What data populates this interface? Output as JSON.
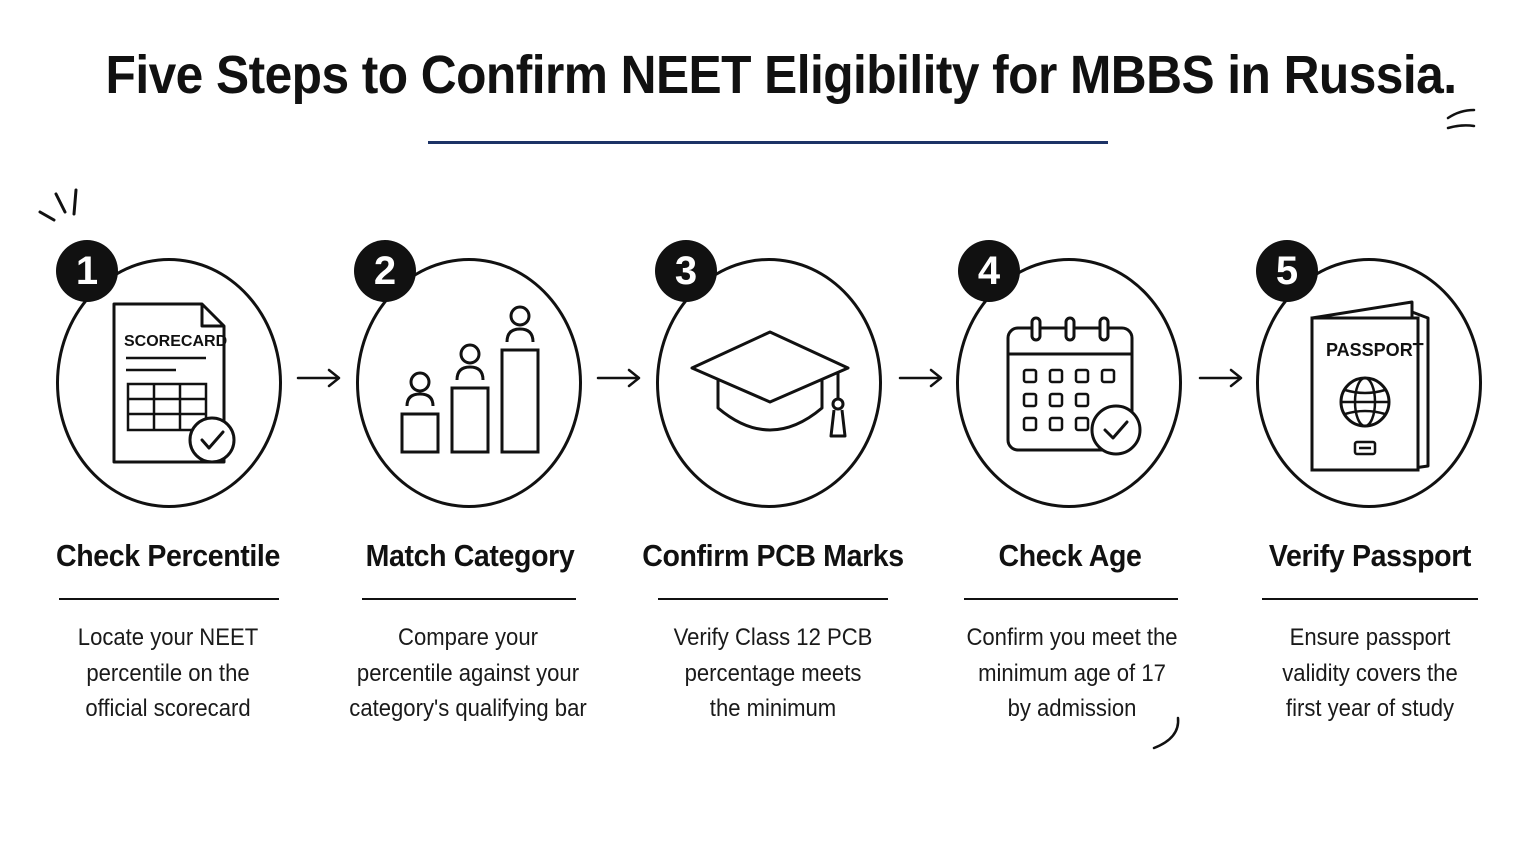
{
  "title": "Five Steps to Confirm NEET Eligibility for MBBS in Russia.",
  "colors": {
    "ink": "#111111",
    "accent_rule": "#1d3366",
    "background": "#ffffff"
  },
  "steps": [
    {
      "number": "1",
      "icon": "scorecard-document-check-icon",
      "icon_text": "SCORECARD",
      "title": "Check Percentile",
      "description": [
        "Locate your NEET",
        "percentile on the",
        "official scorecard"
      ]
    },
    {
      "number": "2",
      "icon": "ranked-bar-people-icon",
      "title": "Match Category",
      "description": [
        "Compare your",
        "percentile against your",
        "category's qualifying bar"
      ]
    },
    {
      "number": "3",
      "icon": "graduation-cap-icon",
      "title": "Confirm PCB Marks",
      "description": [
        "Verify Class 12 PCB",
        "percentage meets",
        "the minimum"
      ]
    },
    {
      "number": "4",
      "icon": "calendar-check-icon",
      "title": "Check Age",
      "description": [
        "Confirm you meet the",
        "minimum age of 17",
        "by admission"
      ]
    },
    {
      "number": "5",
      "icon": "passport-icon",
      "icon_text": "PASSPORT",
      "title": "Verify Passport",
      "description": [
        "Ensure passport",
        "validity covers the",
        "first year of study"
      ]
    }
  ]
}
